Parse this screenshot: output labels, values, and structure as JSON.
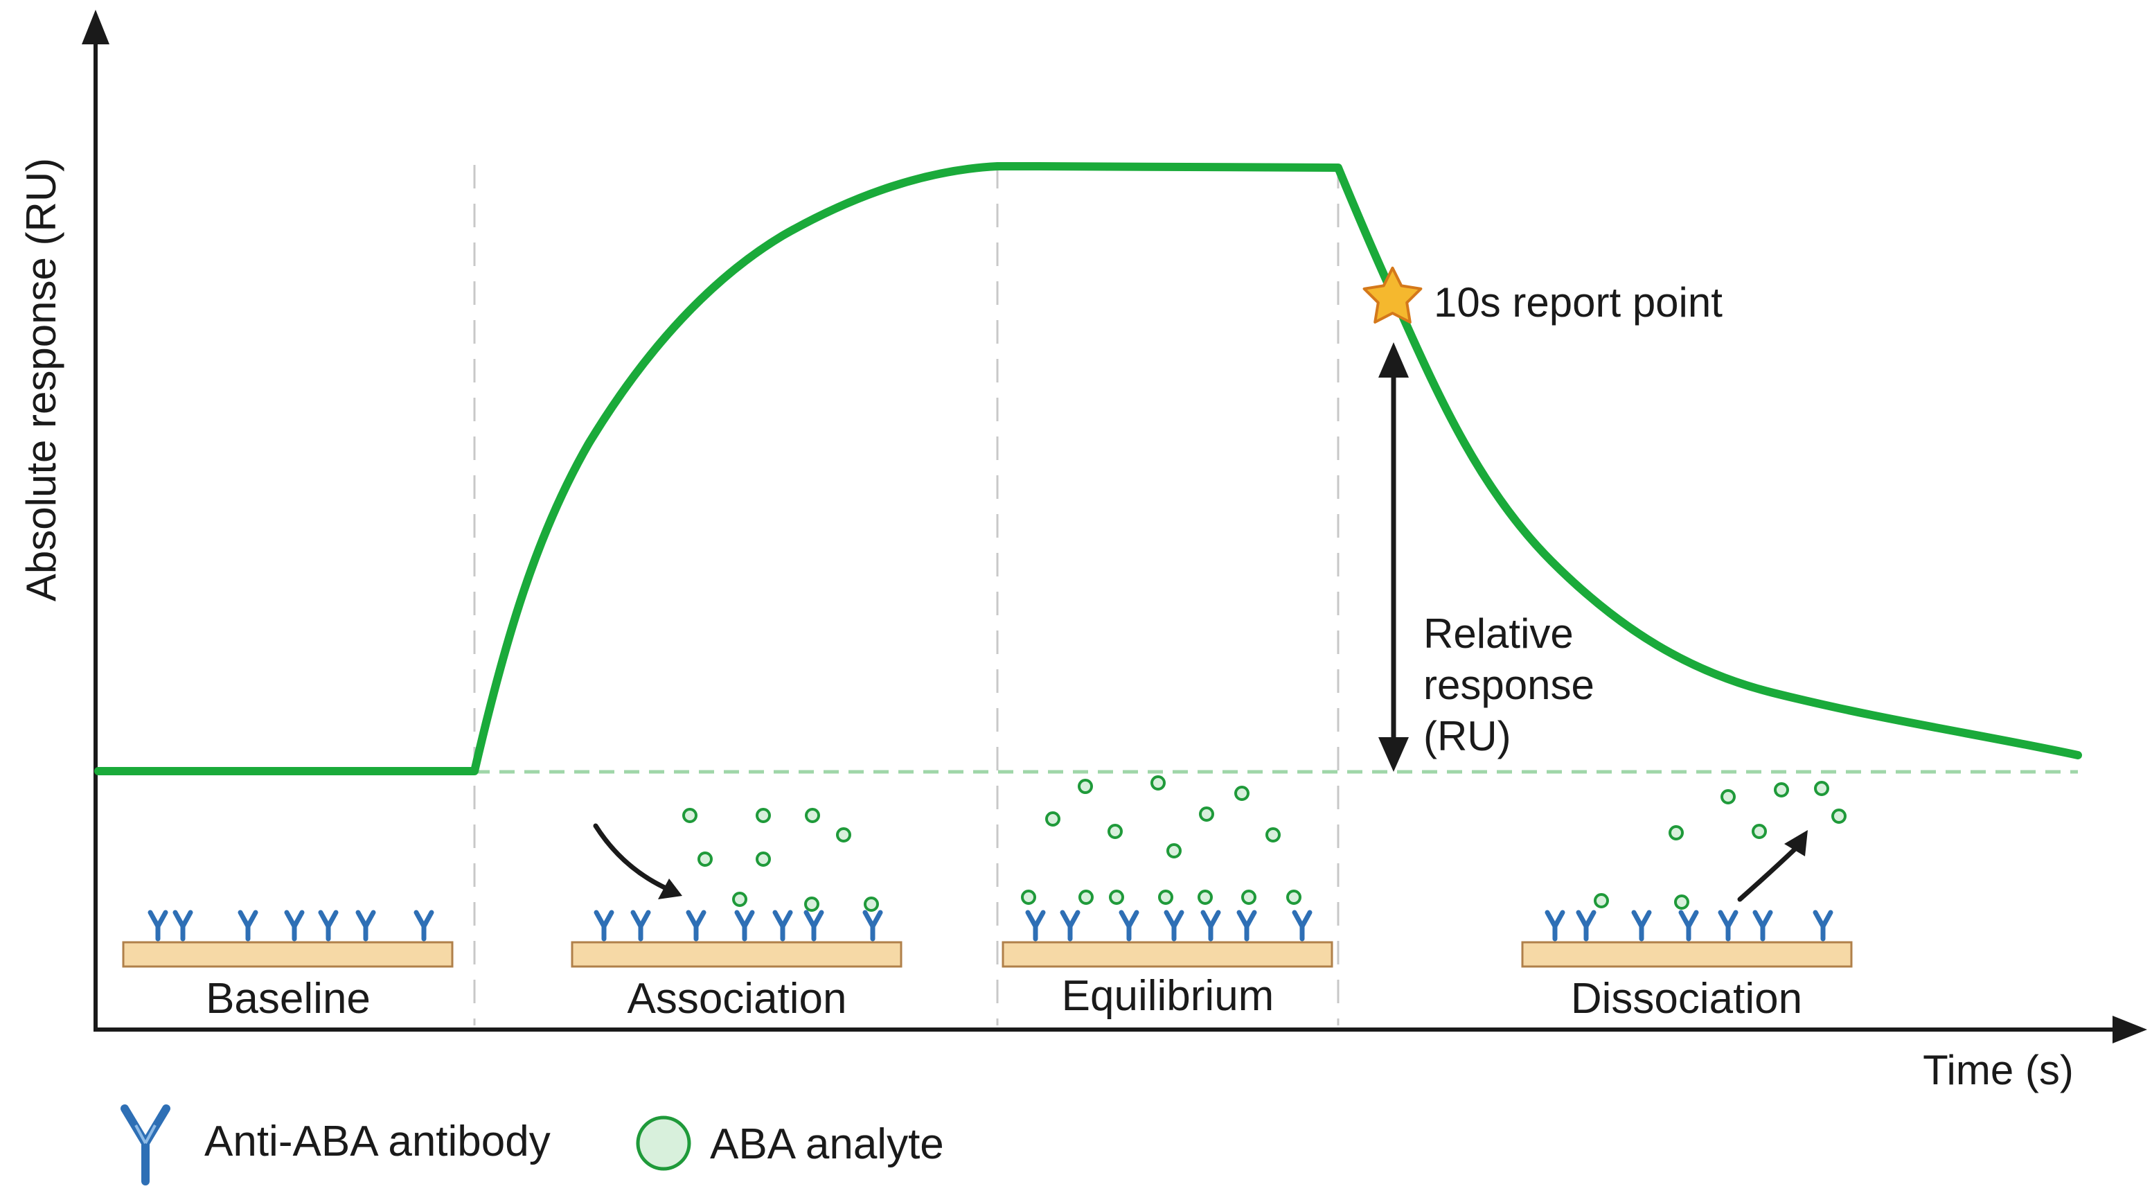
{
  "axes": {
    "y_label": "Absolute response  (RU)",
    "x_label": "Time (s)"
  },
  "phases": [
    {
      "label": "Baseline"
    },
    {
      "label": "Association"
    },
    {
      "label": "Equilibrium"
    },
    {
      "label": "Dissociation"
    }
  ],
  "annotations": {
    "report_point": "10s report point",
    "relative_response": [
      "Relative",
      "response",
      "(RU)"
    ]
  },
  "legend": {
    "antibody": "Anti-ABA antibody",
    "analyte": "ABA analyte"
  },
  "colors": {
    "curve": "#1aaa3a",
    "baseline_dash": "#9fd6a8",
    "antibody": "#2e6fb5",
    "analyte_stroke": "#1f9a3a",
    "analyte_fill": "#d8f0dc",
    "chip": "#f6d9a6",
    "star": "#f5b82e"
  }
}
